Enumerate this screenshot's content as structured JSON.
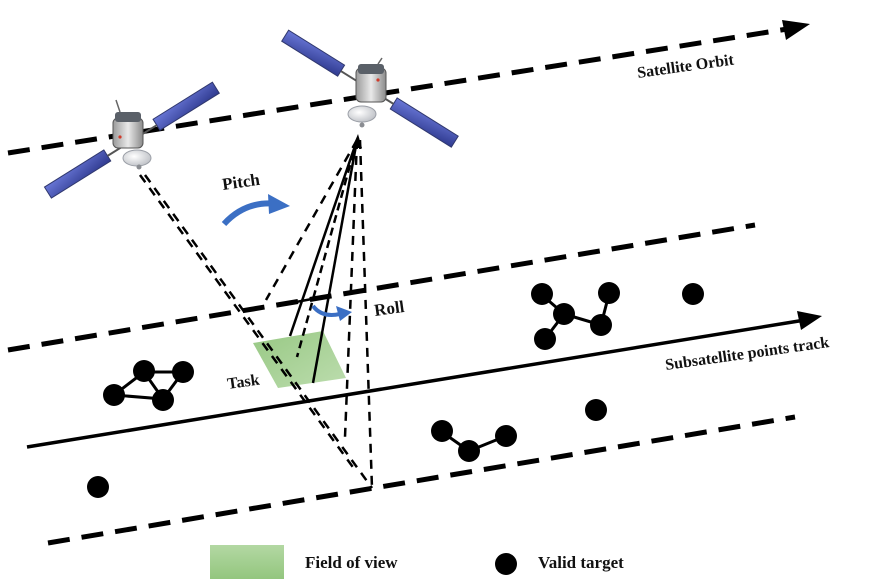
{
  "labels": {
    "orbit": "Satellite Orbit",
    "track": "Subsatellite points track",
    "pitch": "Pitch",
    "roll": "Roll",
    "task": "Task"
  },
  "legend": {
    "field_of_view": "Field of view",
    "valid_target": "Valid target"
  },
  "colors": {
    "fov_fill": "#9fcc8a",
    "arrow_blue": "#3b6fc4",
    "panel_blue": "#4a55b8",
    "line": "#000000"
  },
  "satellites": [
    {
      "name": "satellite-previous"
    },
    {
      "name": "satellite-current"
    }
  ],
  "target_groups": [
    {
      "name": "target-cluster-left",
      "nodes": 4,
      "edges": 5
    },
    {
      "name": "target-cluster-upper-right",
      "nodes": 5,
      "edges": 4
    },
    {
      "name": "target-cluster-lower-middle",
      "nodes": 3,
      "edges": 2
    },
    {
      "name": "target-single-far-right",
      "nodes": 1,
      "edges": 0
    },
    {
      "name": "target-single-lower-right",
      "nodes": 1,
      "edges": 0
    },
    {
      "name": "target-single-lower-left",
      "nodes": 1,
      "edges": 0
    }
  ]
}
